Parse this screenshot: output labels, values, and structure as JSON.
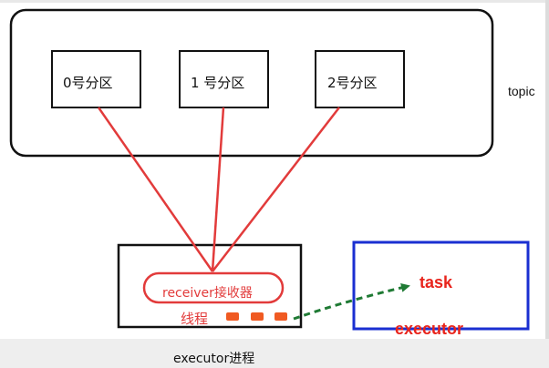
{
  "topic": {
    "label": "topic"
  },
  "partitions": [
    {
      "label": "0号分区"
    },
    {
      "label": "1 号分区"
    },
    {
      "label": "2号分区"
    }
  ],
  "receiver": {
    "label": "receiver接收器"
  },
  "thread": {
    "label": "线程"
  },
  "executor_box": {
    "task_label": "task",
    "name": "executor"
  },
  "process": {
    "label": "executor进程"
  },
  "colors": {
    "connector_red": "#e23b3b",
    "executor_border_blue": "#1a2fd1",
    "arrow_green": "#1f7a34",
    "label_red": "#e8241c",
    "task_orange": "#f05a22"
  }
}
